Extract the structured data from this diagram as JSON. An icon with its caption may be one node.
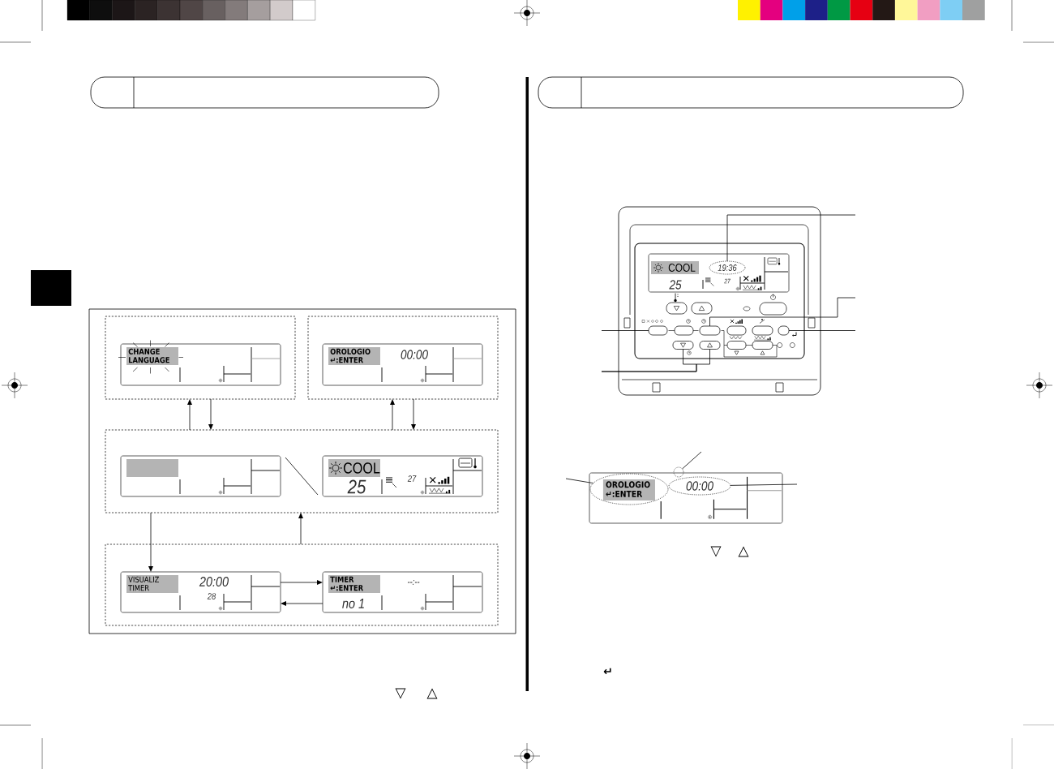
{
  "diagram": {
    "nodes": [
      {
        "text": [],
        "shape": "box"
      },
      {
        "text": [
          "CHANGE LANGUAGE"
        ],
        "in": 0
      },
      {
        "text": [],
        "shape": "box"
      },
      {
        "text": [
          "OROLOGIO ↵:ENTER",
          "00:00"
        ],
        "in": 2
      },
      {
        "text": [],
        "shape": "box"
      },
      {
        "text": [],
        "shape": "box",
        "in": 4
      },
      {
        "text": [
          "COOL",
          "25",
          "27"
        ],
        "in": 4
      },
      {
        "text": [],
        "shape": "box"
      },
      {
        "text": [
          "VISUALIZ TIMER",
          "20:00",
          "28"
        ],
        "in": 7
      },
      {
        "text": [
          "TIMER ↵:ENTER",
          "--:--",
          "no 1"
        ],
        "in": 7
      },
      {
        "text": [],
        "shape": "picture"
      },
      {
        "text": [
          "COOL",
          "25",
          "27"
        ],
        "in": 10
      },
      {
        "text": [
          "19:36"
        ],
        "in": 11
      },
      {
        "text": [],
        "shape": "box",
        "in": 10
      },
      {
        "text": [],
        "shape": "box",
        "in": 10
      },
      {
        "text": [],
        "shape": "box",
        "in": 10
      },
      {
        "text": [],
        "shape": "box",
        "in": 10
      },
      {
        "text": [],
        "shape": "box",
        "in": 10
      },
      {
        "text": [],
        "shape": "box"
      },
      {
        "text": [
          "OROLOGIO ↵:ENTER"
        ],
        "in": 18
      },
      {
        "text": [],
        "shape": "circle"
      },
      {
        "text": [
          "00:00"
        ],
        "in": 18
      }
    ],
    "edges": [
      {
        "from": 4,
        "to": 0,
        "arrow": "to"
      },
      {
        "from": 0,
        "to": 4,
        "arrow": "to"
      },
      {
        "from": 4,
        "to": 2,
        "arrow": "to"
      },
      {
        "from": 2,
        "to": 4,
        "arrow": "to"
      },
      {
        "from": 4,
        "to": 8,
        "arrow": "to"
      },
      {
        "from": 7,
        "to": 4,
        "arrow": "to"
      },
      {
        "from": 8,
        "to": 9,
        "arrow": "to"
      },
      {
        "from": 9,
        "to": 8,
        "arrow": "to"
      },
      {
        "from": 5,
        "to": 6,
        "arrow": "none"
      },
      {
        "from": null,
        "to": 12,
        "arrow": "none"
      },
      {
        "from": null,
        "to": 14,
        "arrow": "none"
      },
      {
        "from": null,
        "to": 15,
        "arrow": "none"
      },
      {
        "from": null,
        "to": 13,
        "arrow": "none"
      },
      {
        "from": null,
        "to": 16,
        "arrow": "none"
      },
      {
        "from": null,
        "to": 17,
        "arrow": "none"
      },
      {
        "from": null,
        "to": 19,
        "arrow": "none"
      },
      {
        "from": null,
        "to": 20,
        "arrow": "none"
      },
      {
        "from": null,
        "to": 21,
        "arrow": "none"
      }
    ],
    "labels": [
      "▽",
      "△",
      "▽",
      "△",
      "↵"
    ]
  }
}
